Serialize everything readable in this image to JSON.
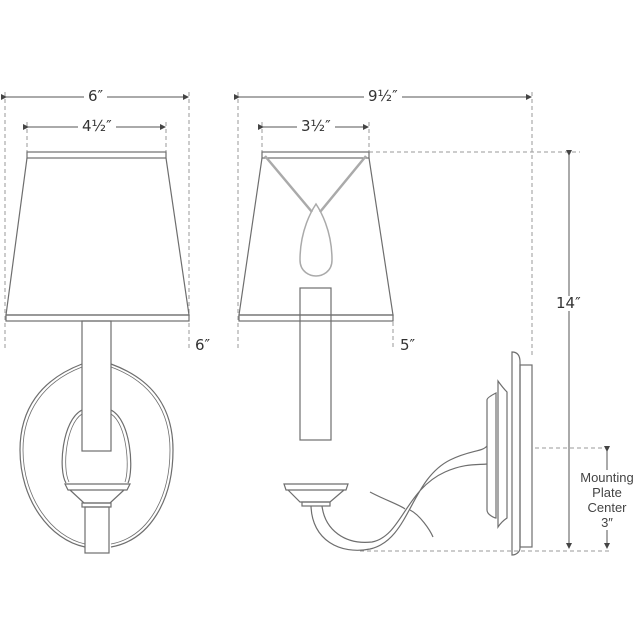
{
  "diagram": {
    "type": "dimensioned product drawing",
    "subject": "wall sconce with tapered shade",
    "views": [
      "front",
      "side"
    ],
    "line_color": "#6e6e6e",
    "dim_color": "#555555",
    "guide_color": "#9a9a9a"
  },
  "front_view": {
    "overall_width": "6″",
    "shade_top_width": "4½″",
    "shade_height": "6″"
  },
  "side_view": {
    "overall_depth": "9½″",
    "shade_top_width": "3½″",
    "shade_height": "5″",
    "overall_height": "14″"
  },
  "mounting": {
    "line1": "Mounting",
    "line2": "Plate",
    "line3": "Center",
    "value": "3″"
  }
}
